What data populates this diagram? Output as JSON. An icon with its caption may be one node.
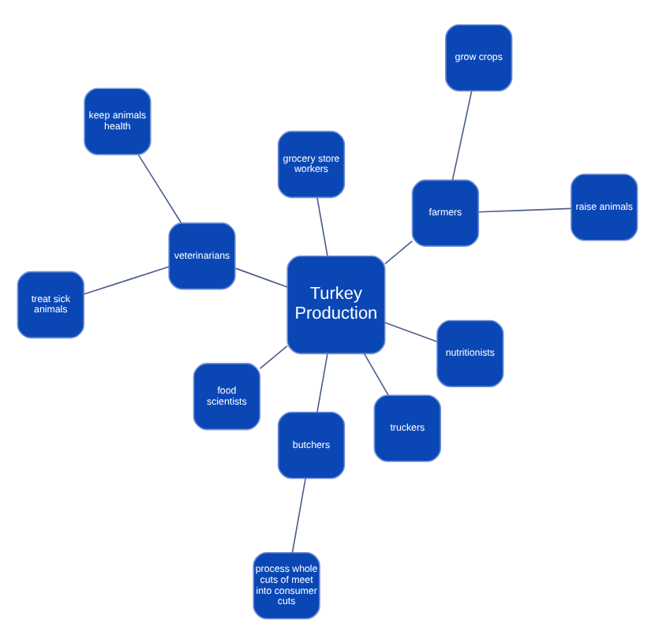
{
  "diagram": {
    "nodes": [
      {
        "text": [
          "Turkey Production"
        ]
      },
      {
        "text": [
          "farmers"
        ]
      },
      {
        "text": [
          "raise animals"
        ]
      },
      {
        "text": [
          "grow crops"
        ]
      },
      {
        "text": [
          "grocery store workers"
        ]
      },
      {
        "text": [
          "veterinarians"
        ]
      },
      {
        "text": [
          "keep animals health"
        ]
      },
      {
        "text": [
          "treat sick animals"
        ]
      },
      {
        "text": [
          "food scientists"
        ]
      },
      {
        "text": [
          "butchers"
        ]
      },
      {
        "text": [
          "process whole cuts of meet into consumer cuts"
        ]
      },
      {
        "text": [
          "truckers"
        ]
      },
      {
        "text": [
          "nutritionists"
        ]
      }
    ],
    "edges": [
      {
        "from": 0,
        "to": 1,
        "arrow": "none"
      },
      {
        "from": 1,
        "to": 2,
        "arrow": "none"
      },
      {
        "from": 1,
        "to": 3,
        "arrow": "none"
      },
      {
        "from": 0,
        "to": 4,
        "arrow": "none"
      },
      {
        "from": 0,
        "to": 5,
        "arrow": "none"
      },
      {
        "from": 5,
        "to": 6,
        "arrow": "none"
      },
      {
        "from": 5,
        "to": 7,
        "arrow": "none"
      },
      {
        "from": 0,
        "to": 8,
        "arrow": "none"
      },
      {
        "from": 0,
        "to": 9,
        "arrow": "none"
      },
      {
        "from": 9,
        "to": 10,
        "arrow": "none"
      },
      {
        "from": 0,
        "to": 11,
        "arrow": "none"
      },
      {
        "from": 0,
        "to": 12,
        "arrow": "none"
      }
    ]
  }
}
